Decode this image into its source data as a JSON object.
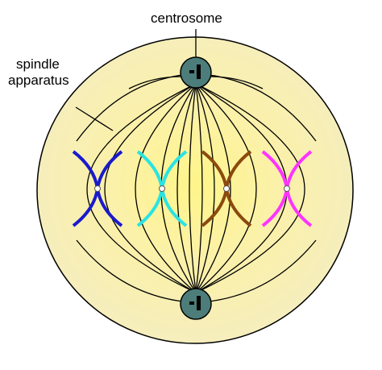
{
  "labels": {
    "centrosome": "centrosome",
    "spindle_line1": "spindle",
    "spindle_line2": "apparatus"
  },
  "colors": {
    "cell_fill": "#f7efb7",
    "cell_center_glow": "#fff79a",
    "outline": "#000000",
    "centrosome_fill": "#4c7d7a",
    "chromosome_1": "#1a1acc",
    "chromosome_2": "#29e3e3",
    "chromosome_3": "#8a4a0e",
    "chromosome_4": "#ff33ff"
  },
  "chromosomes": [
    {
      "name": "chromosome-blue",
      "color": "#1a1acc"
    },
    {
      "name": "chromosome-cyan",
      "color": "#29e3e3"
    },
    {
      "name": "chromosome-brown",
      "color": "#8a4a0e"
    },
    {
      "name": "chromosome-magenta",
      "color": "#ff33ff"
    }
  ]
}
